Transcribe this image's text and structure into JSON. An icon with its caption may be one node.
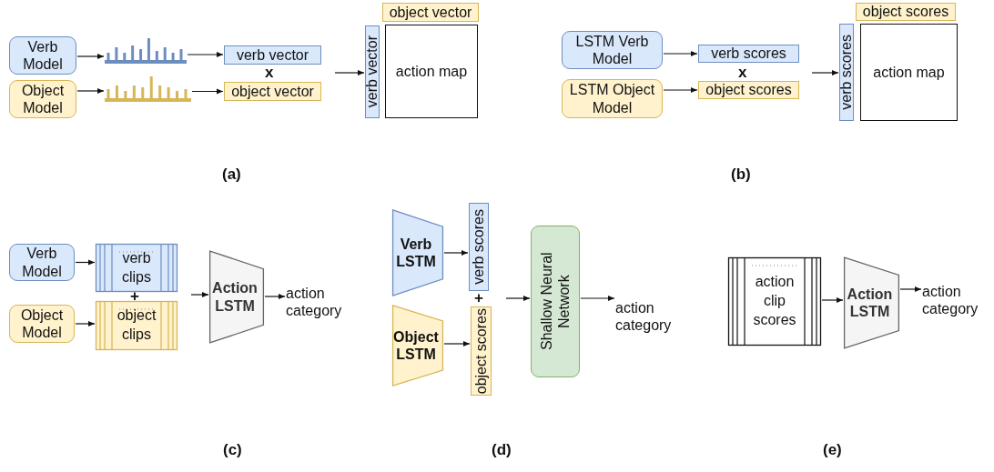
{
  "diagram": {
    "nodes": [
      {
        "text": [
          "Verb Model"
        ]
      },
      {
        "text": [
          "Object Model"
        ]
      },
      {
        "text": [],
        "shape": "picture"
      },
      {
        "text": [],
        "shape": "picture"
      },
      {
        "text": [
          "verb vector"
        ]
      },
      {
        "text": [
          "object vector"
        ]
      },
      {
        "text": [
          "verb vector"
        ]
      },
      {
        "text": [
          "object vector"
        ]
      },
      {
        "text": [
          "action map"
        ]
      },
      {
        "text": [
          "LSTM Verb Model"
        ]
      },
      {
        "text": [
          "LSTM Object Model"
        ]
      },
      {
        "text": [
          "verb scores"
        ]
      },
      {
        "text": [
          "object scores"
        ]
      },
      {
        "text": [
          "verb scores"
        ]
      },
      {
        "text": [
          "object scores"
        ]
      },
      {
        "text": [
          "action map"
        ]
      },
      {
        "text": [
          "Verb Model"
        ]
      },
      {
        "text": [
          "Object Model"
        ]
      },
      {
        "text": [
          "verb clips"
        ]
      },
      {
        "text": [
          "object clips"
        ]
      },
      {
        "text": [
          "Action LSTM"
        ]
      },
      {
        "text": [
          "action category"
        ]
      },
      {
        "text": [
          "Verb LSTM"
        ]
      },
      {
        "text": [
          "Object LSTM"
        ]
      },
      {
        "text": [
          "verb scores"
        ]
      },
      {
        "text": [
          "object scores"
        ]
      },
      {
        "text": [
          "Shallow Neural Network"
        ]
      },
      {
        "text": [
          "action category"
        ]
      },
      {
        "text": [
          "action clip scores"
        ]
      },
      {
        "text": [
          "Action LSTM"
        ]
      },
      {
        "text": [
          "action category"
        ]
      }
    ],
    "edges": [
      {
        "from": 0,
        "to": 2,
        "arrow": "to"
      },
      {
        "from": 1,
        "to": 3,
        "arrow": "to"
      },
      {
        "from": 2,
        "to": 4,
        "arrow": "to"
      },
      {
        "from": 3,
        "to": 5,
        "arrow": "to"
      },
      {
        "from": null,
        "to": 6,
        "arrow": "to"
      },
      {
        "from": 9,
        "to": 11,
        "arrow": "to"
      },
      {
        "from": 10,
        "to": 12,
        "arrow": "to"
      },
      {
        "from": null,
        "to": 13,
        "arrow": "to"
      },
      {
        "from": 16,
        "to": 18,
        "arrow": "to"
      },
      {
        "from": 17,
        "to": 19,
        "arrow": "to"
      },
      {
        "from": null,
        "to": 20,
        "arrow": "to"
      },
      {
        "from": 20,
        "to": 21,
        "arrow": "to"
      },
      {
        "from": 22,
        "to": 24,
        "arrow": "to"
      },
      {
        "from": 23,
        "to": 25,
        "arrow": "to"
      },
      {
        "from": null,
        "to": 26,
        "arrow": "to"
      },
      {
        "from": 26,
        "to": 27,
        "arrow": "to"
      },
      {
        "from": 28,
        "to": 29,
        "arrow": "to"
      },
      {
        "from": 29,
        "to": 30,
        "arrow": "to"
      }
    ],
    "labels": [
      "x",
      "(a)",
      "x",
      "(b)",
      "+",
      "(c)",
      "+",
      "(d)",
      "(e)"
    ]
  }
}
